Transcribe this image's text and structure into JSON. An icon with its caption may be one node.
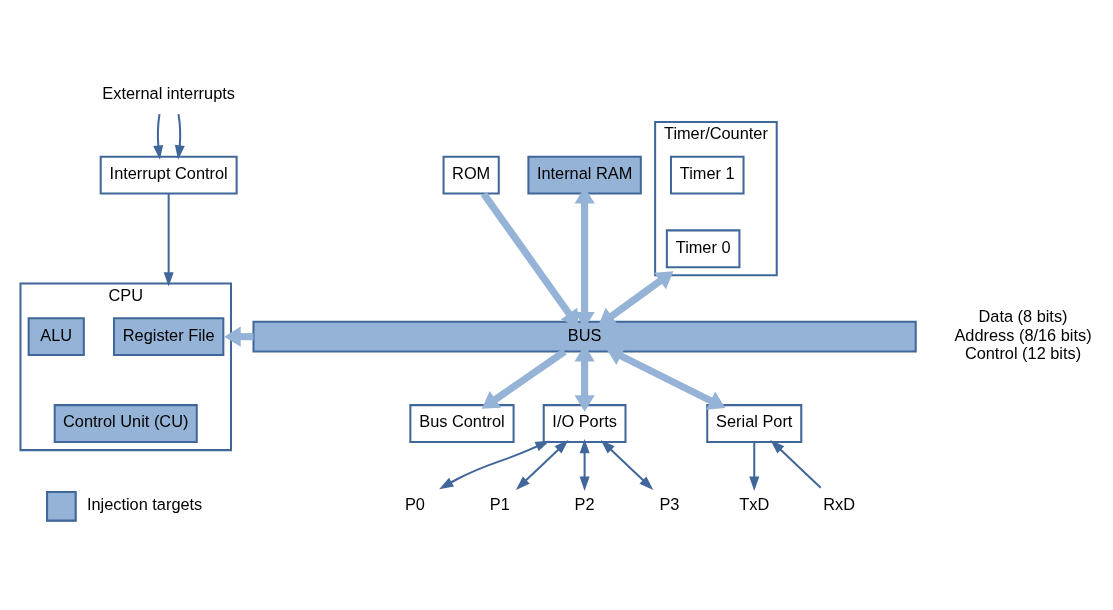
{
  "diagram": {
    "nodes": [
      {
        "text": [
          "External interrupts"
        ]
      },
      {
        "text": [
          "Interrupt Control"
        ]
      },
      {
        "text": [
          "CPU"
        ]
      },
      {
        "text": [
          "Register File"
        ],
        "in": 2
      },
      {
        "text": [
          "ALU"
        ],
        "in": 2
      },
      {
        "text": [
          "Control Unit (CU)"
        ],
        "in": 2
      },
      {
        "text": [
          "ROM"
        ]
      },
      {
        "text": [
          "Internal RAM"
        ]
      },
      {
        "text": [
          "Timer/Counter"
        ]
      },
      {
        "text": [
          "Timer 1"
        ],
        "in": 8
      },
      {
        "text": [
          "Timer 0"
        ],
        "in": 8
      },
      {
        "text": [
          "BUS"
        ]
      },
      {
        "text": [
          "Bus Control"
        ]
      },
      {
        "text": [
          "I/O Ports"
        ]
      },
      {
        "text": [
          "Serial Port"
        ]
      },
      {
        "text": [
          "P0"
        ]
      },
      {
        "text": [
          "P1"
        ]
      },
      {
        "text": [
          "P2"
        ]
      },
      {
        "text": [
          "P3"
        ]
      },
      {
        "text": [
          "TxD"
        ]
      },
      {
        "text": [
          "RxD"
        ]
      }
    ],
    "edges": [
      {
        "from": 0,
        "to": 1,
        "arrow": "to"
      },
      {
        "from": 0,
        "to": 1,
        "arrow": "to"
      },
      {
        "from": 1,
        "to": 2,
        "arrow": "to"
      },
      {
        "from": 11,
        "to": 2,
        "arrow": "to",
        "style": "thick",
        "color": "#95b3d7"
      },
      {
        "from": 6,
        "to": 11,
        "arrow": "to",
        "style": "thick",
        "color": "#95b3d7"
      },
      {
        "from": 11,
        "to": 12,
        "arrow": "to",
        "style": "thick",
        "color": "#95b3d7"
      },
      {
        "from": 7,
        "to": 11,
        "arrow": "both",
        "style": "thick",
        "color": "#95b3d7"
      },
      {
        "from": 8,
        "to": 11,
        "arrow": "both",
        "style": "thick",
        "color": "#95b3d7"
      },
      {
        "from": 11,
        "to": 13,
        "arrow": "both",
        "style": "thick",
        "color": "#95b3d7"
      },
      {
        "from": 11,
        "to": 14,
        "arrow": "both",
        "style": "thick",
        "color": "#95b3d7"
      },
      {
        "from": 13,
        "to": 15,
        "arrow": "both"
      },
      {
        "from": 13,
        "to": 16,
        "arrow": "both"
      },
      {
        "from": 13,
        "to": 17,
        "arrow": "both"
      },
      {
        "from": 13,
        "to": 18,
        "arrow": "both"
      },
      {
        "from": 14,
        "to": 19,
        "arrow": "to"
      },
      {
        "from": 20,
        "to": 14,
        "arrow": "to"
      }
    ],
    "labels": [
      "Data (8 bits)",
      "Address (8/16 bits)",
      "Control (12 bits)"
    ],
    "legend": [
      {
        "text": "Injection targets",
        "color": "#95b3d7"
      }
    ]
  }
}
